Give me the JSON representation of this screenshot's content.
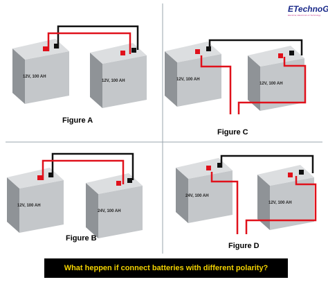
{
  "brand": {
    "logo_main": "ETechnoG",
    "logo_sub": "Electrical, Electronics & Technology"
  },
  "figures": [
    {
      "caption": "Figure A",
      "battery_left": "12V, 100 AH",
      "battery_right": "12V, 100 AH"
    },
    {
      "caption": "Figure B",
      "battery_left": "12V, 100 AH",
      "battery_right": "24V, 100 AH"
    },
    {
      "caption": "Figure C",
      "battery_left": "12V, 100 AH",
      "battery_right": "12V, 100 AH"
    },
    {
      "caption": "Figure D",
      "battery_left": "24V, 100 AH",
      "battery_right": "12V, 100 AH"
    }
  ],
  "question": "What heppen if connect batteries with different polarity?",
  "colors": {
    "banner_bg": "#000000",
    "banner_text": "#f2d200",
    "wire_red": "#e0111b",
    "wire_black": "#111111",
    "divider": "#9aa4ad"
  }
}
